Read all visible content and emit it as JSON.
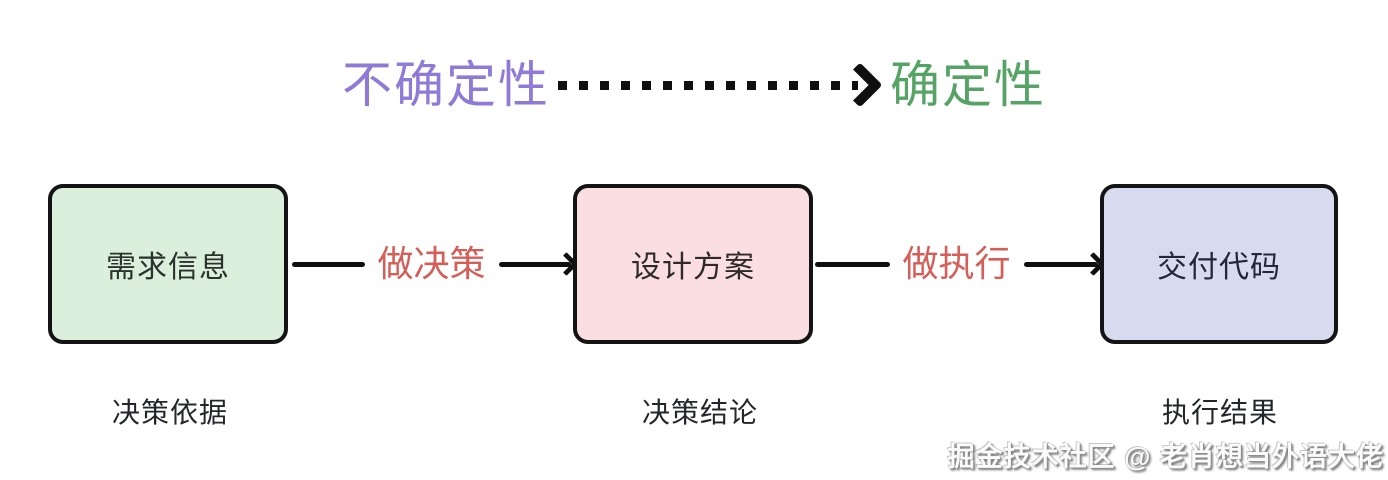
{
  "axis": {
    "left_label": "不确定性",
    "right_label": "确定性",
    "left_color": "#8f7ad8",
    "right_color": "#55a465",
    "arrow_color": "#0f0f0f"
  },
  "flow": {
    "nodes": [
      {
        "label": "需求信息",
        "caption": "决策依据",
        "fill": "#dcefdd",
        "border": "#141414"
      },
      {
        "label": "设计方案",
        "caption": "决策结论",
        "fill": "#fbdee1",
        "border": "#141414"
      },
      {
        "label": "交付代码",
        "caption": "执行结果",
        "fill": "#d8dbef",
        "border": "#141414"
      }
    ],
    "connectors": [
      {
        "label": "做决策"
      },
      {
        "label": "做执行"
      }
    ],
    "connector_label_color": "#d55f58"
  },
  "watermark": {
    "text": "掘金技术社区 @ 老肖想当外语大佬"
  }
}
